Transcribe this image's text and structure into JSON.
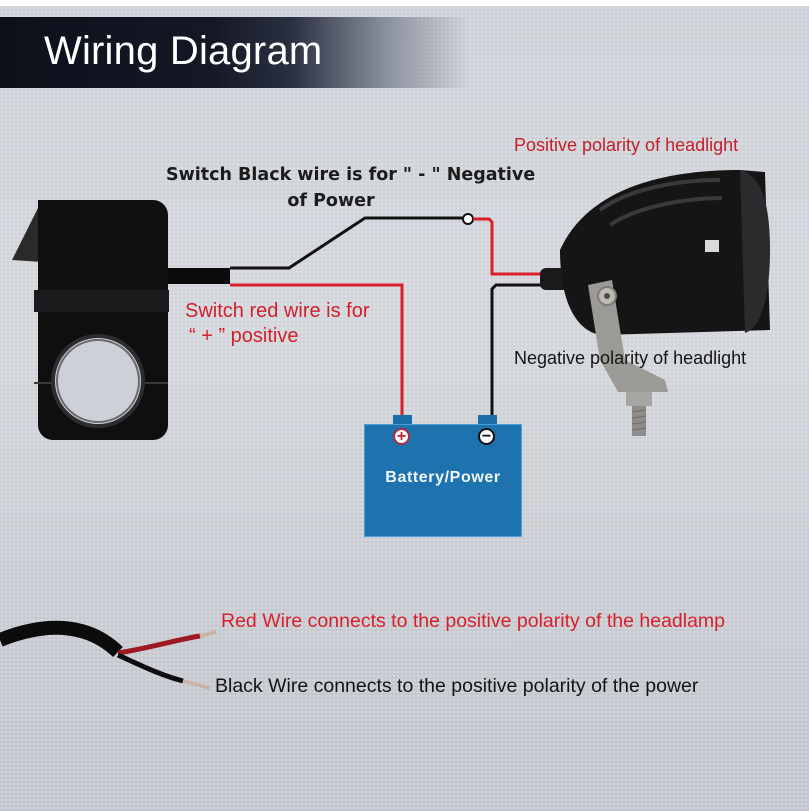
{
  "header": {
    "title": "Wiring Diagram"
  },
  "diagram": {
    "components": {
      "switch": {
        "name": "handlebar-switch",
        "color": "#111111"
      },
      "headlight": {
        "name": "headlight",
        "color": "#1a1a1a"
      },
      "battery": {
        "label": "Battery/Power",
        "positive_symbol": "+",
        "negative_symbol": "−",
        "color": "#1e73ae"
      }
    },
    "labels": {
      "switch_black_wire_line1": "Switch Black wire is for \" - \" Negative",
      "switch_black_wire_line2": "of Power",
      "positive_headlight": "Positive polarity of headlight",
      "switch_red_wire_line1": "Switch red wire is for",
      "switch_red_wire_line2": "“ + ” positive",
      "negative_headlight": "Negative polarity of headlight"
    },
    "wire_colors": {
      "red": "#d8202c",
      "black": "#111111"
    }
  },
  "notes": {
    "red_wire": "Red Wire connects to the positive polarity of the headlamp",
    "black_wire": "Black Wire connects to the positive polarity of the power"
  }
}
